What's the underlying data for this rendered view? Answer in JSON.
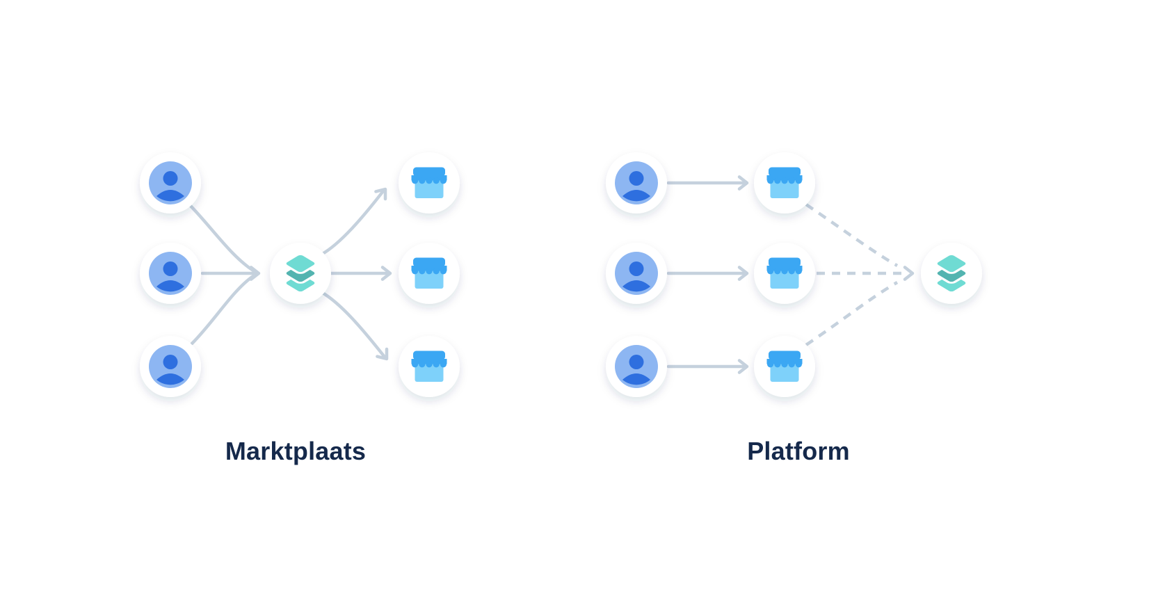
{
  "colors": {
    "canvas-bg": "#ffffff",
    "arrow": "#c5d1dd",
    "label-text": "#15294b",
    "node-bg": "#ffffff",
    "user-bg": "#8db6f2",
    "user-fg": "#2e6fdf",
    "store-dark": "#3ba7f3",
    "store-light": "#7ed1fa",
    "layers-light": "#6fdbd3",
    "layers-dark": "#53b4b0"
  },
  "diagrams": [
    {
      "label": "Marktplaats",
      "user_nodes": 3,
      "store_nodes": 3,
      "platform_nodes": 1,
      "arrow_style": "solid"
    },
    {
      "label": "Platform",
      "user_nodes": 3,
      "store_nodes": 3,
      "platform_nodes": 1,
      "arrow_style": "solid-then-dashed"
    }
  ]
}
